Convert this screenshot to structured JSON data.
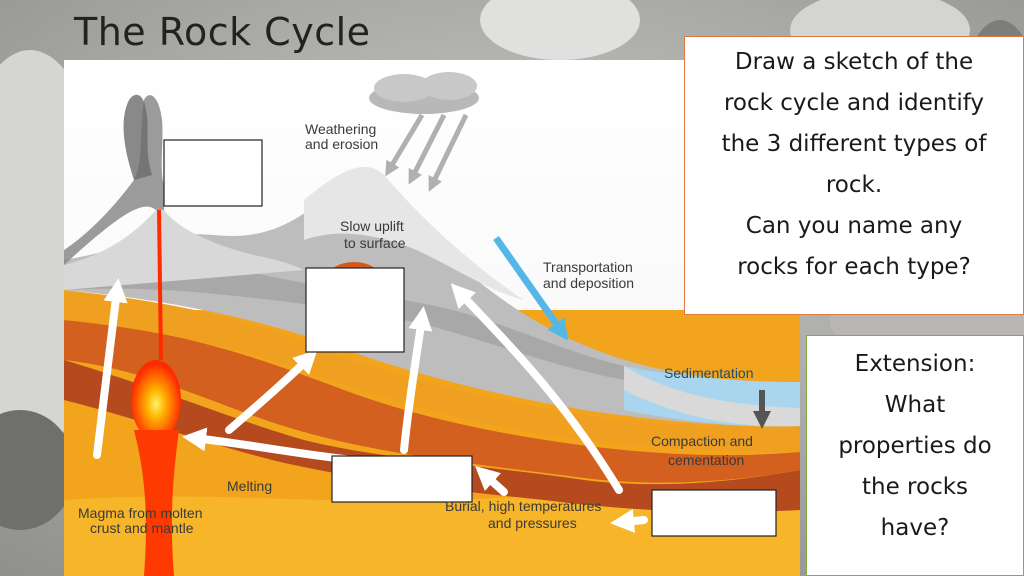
{
  "slide": {
    "title": "The Rock Cycle"
  },
  "diagram": {
    "labels": {
      "weathering": [
        "Weathering",
        "and erosion"
      ],
      "uplift": [
        "Slow uplift",
        "to surface"
      ],
      "transport": [
        "Transportation",
        "and deposition"
      ],
      "sedimentation": "Sedimentation",
      "compaction": [
        "Compaction and",
        "cementation"
      ],
      "burial": [
        "Burial, high temperatures",
        "and pressures"
      ],
      "melting": "Melting",
      "magma": [
        "Magma from molten",
        "crust and mantle"
      ]
    }
  },
  "task_panel": {
    "lines": [
      "Draw a sketch of the",
      "rock cycle and identify",
      "the 3 different types of",
      "rock.",
      "Can you name any",
      "rocks for each type?"
    ]
  },
  "extension_panel": {
    "lines": [
      "Extension:",
      "What",
      "properties do",
      "the rocks",
      "have?"
    ]
  },
  "colors": {
    "task_border": "#e07b46",
    "extension_border": "#79b04a",
    "magma": "#ff2a00",
    "water": "#a9d6ee"
  }
}
